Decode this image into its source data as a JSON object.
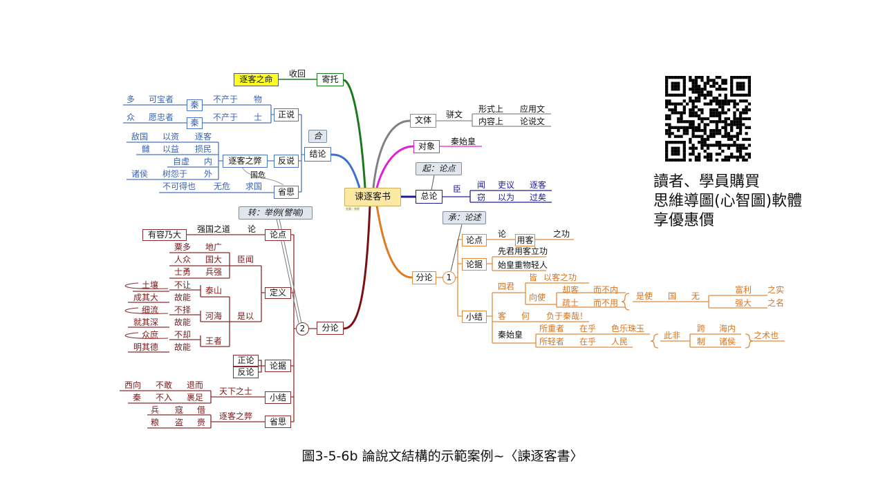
{
  "center": {
    "title": "谏逐客书",
    "note": "先秦：李斯"
  },
  "jituo": {
    "label": "寄托",
    "edge": "收回",
    "target": "逐客之命"
  },
  "jielun": {
    "label": "结论",
    "callout": "合",
    "zhengshuo": {
      "label": "正说",
      "rows": [
        [
          "多",
          "可宝者",
          "秦",
          "不产于",
          "物"
        ],
        [
          "众",
          "愿忠者",
          "秦",
          "不产于",
          "士"
        ]
      ]
    },
    "fanshuo": {
      "label": "反说",
      "node": "逐客之弊",
      "rows": [
        [
          "敌国",
          "以资",
          "逐客"
        ],
        [
          "雠",
          "以益",
          "损民"
        ],
        [
          "自虚",
          "内"
        ],
        [
          "诸侯",
          "树怨于",
          "外"
        ]
      ]
    },
    "shengsi": {
      "label": "省思",
      "link": "国危",
      "row": [
        "不可得也",
        "无危",
        "求国"
      ]
    }
  },
  "wenti": {
    "label": "文体",
    "edge": "骈文",
    "rows": [
      [
        "形式上",
        "应用文"
      ],
      [
        "内容上",
        "论说文"
      ]
    ]
  },
  "duixiang": {
    "label": "对象",
    "value": "秦始皇"
  },
  "zonglun": {
    "label": "总论",
    "callout": "起：论点",
    "edge": "臣",
    "rows": [
      [
        "闻",
        "吏议",
        "逐客"
      ],
      [
        "窃",
        "以为",
        "过矣"
      ]
    ]
  },
  "fenlun1": {
    "label": "分论",
    "num": "1",
    "callout": "承：论述",
    "lundian": {
      "label": "论点",
      "a": "论",
      "box": "用客",
      "b": "之功"
    },
    "lunju": {
      "label": "论据",
      "rows": [
        "先君用客立功",
        "始皇重物轻人"
      ]
    },
    "xiaojie": {
      "label": "小结",
      "sijun": "四君",
      "jie": [
        "皆",
        "以客之功"
      ],
      "xiangshi": "向使",
      "xs_rows": [
        [
          "却客",
          "而不内"
        ],
        [
          "疏士",
          "而不用"
        ]
      ],
      "shishi": [
        "是使",
        "国",
        "无"
      ],
      "ss_rows": [
        [
          "富利",
          "之实"
        ],
        [
          "强大",
          "之名"
        ]
      ],
      "ke": [
        "客",
        "何",
        "负于秦哉！"
      ],
      "qin": "秦始皇",
      "qin_rows": [
        [
          "所重者",
          "在乎",
          "色乐珠玉"
        ],
        [
          "所轻者",
          "在乎",
          "人民"
        ]
      ],
      "cifei": "此非",
      "cf_rows": [
        [
          "跨",
          "海内"
        ],
        [
          "制",
          "诸侯"
        ]
      ],
      "end": "之术也"
    }
  },
  "fenlun2": {
    "label": "分论",
    "num": "2",
    "callout": "转：举例(譬喻)",
    "lundian": {
      "label": "论点",
      "edge": [
        "强国之道",
        "论"
      ],
      "box": "有容乃大"
    },
    "dingyi": {
      "label": "定义",
      "chenwen": "臣闻",
      "chen_rows": [
        [
          "粟多",
          "地广"
        ],
        [
          "人众",
          "国大"
        ],
        [
          "士勇",
          "兵强"
        ]
      ],
      "shiyi": "是以",
      "groups": [
        {
          "name": "泰山",
          "rows": [
            [
              "土壤",
              "不让"
            ],
            [
              "成其大",
              "故能"
            ]
          ]
        },
        {
          "name": "河海",
          "rows": [
            [
              "细流",
              "不择"
            ],
            [
              "就其深",
              "故能"
            ]
          ]
        },
        {
          "name": "王者",
          "rows": [
            [
              "众庶",
              "不却"
            ],
            [
              "明其德",
              "故能"
            ]
          ]
        }
      ]
    },
    "lunju": {
      "label": "论据",
      "items": [
        "正论",
        "反论"
      ]
    },
    "xiaojie": {
      "label": "小结",
      "edge": "天下之士",
      "rows": [
        [
          "西向",
          "不敢",
          "退而"
        ],
        [
          "秦",
          "不入",
          "裹足"
        ]
      ]
    },
    "shengsi": {
      "label": "省思",
      "edge": "逐客之弊",
      "rows": [
        [
          "兵",
          "寇",
          "借"
        ],
        [
          "粮",
          "盗",
          "赍"
        ]
      ]
    }
  },
  "promo": {
    "lines": [
      "讀者、學員購買",
      "思維導圖(心智圖)軟體",
      "享優惠價"
    ]
  },
  "caption": "圖3-5-6b 論說文結構的示範案例~〈諫逐客書〉",
  "colors": {
    "jituo": "#1a7a1a",
    "jielun": "#3a6fd0",
    "wenti": "#808080",
    "duixiang": "#e020d8",
    "zonglun": "#1c1c9a",
    "fenlun1": "#e07a20",
    "fenlun2": "#7a1010"
  }
}
